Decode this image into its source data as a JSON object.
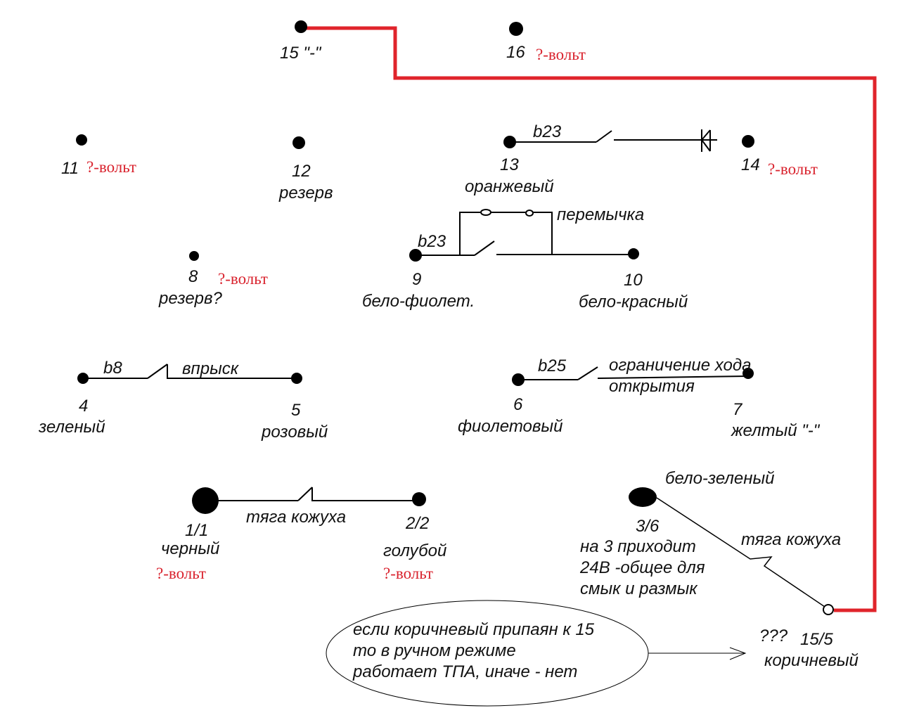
{
  "title": "Схема разъёма (пины 1–16)",
  "colors": {
    "wire": "#000000",
    "jumper_red": "#e0242b",
    "volt_text": "#d9232e"
  },
  "pins": {
    "p15": {
      "num": "15 \"-\""
    },
    "p16": {
      "num": "16",
      "volt": "?-вольт"
    },
    "p11": {
      "num": "11",
      "volt": "?-вольт"
    },
    "p12": {
      "num": "12",
      "desc": "резерв"
    },
    "p13": {
      "num": "13",
      "desc": "оранжевый"
    },
    "p14": {
      "num": "14",
      "volt": "?-вольт"
    },
    "p8": {
      "num": "8",
      "desc": "резерв?",
      "volt": "?-вольт"
    },
    "p9": {
      "num": "9",
      "desc": "бело-фиолет."
    },
    "p10": {
      "num": "10",
      "desc": "бело-красный"
    },
    "p4": {
      "num": "4",
      "desc": "зеленый"
    },
    "p5": {
      "num": "5",
      "desc": "розовый"
    },
    "p6": {
      "num": "6",
      "desc": "фиолетовый"
    },
    "p7": {
      "num": "7",
      "desc": "желтый \"-\""
    },
    "p1": {
      "num": "1/1",
      "desc": "черный",
      "volt": "?-вольт"
    },
    "p2": {
      "num": "2/2",
      "desc": "голубой",
      "volt": "?-вольт"
    },
    "p3": {
      "num": "3/6",
      "color": "бело-зеленый",
      "note": "на 3 приходит\n24В -общее для\nсмык и размык"
    },
    "p15b": {
      "prefix": "???",
      "num": "15/5",
      "desc": "коричневый"
    }
  },
  "switches": {
    "s13_14": {
      "label": "b23"
    },
    "s9_10": {
      "label": "b23",
      "jumper": "перемычка"
    },
    "s4_5": {
      "label": "b8",
      "name": "впрыск"
    },
    "s6_7": {
      "label": "b25",
      "name": "ограничение хода\nоткрытия"
    },
    "s1_2": {
      "name": "тяга кожуха"
    },
    "s3_15": {
      "name": "тяга кожуха"
    }
  },
  "callout": {
    "text": "если коричневый припаян к 15\nто в ручном режиме\nработает ТПА, иначе - нет"
  }
}
